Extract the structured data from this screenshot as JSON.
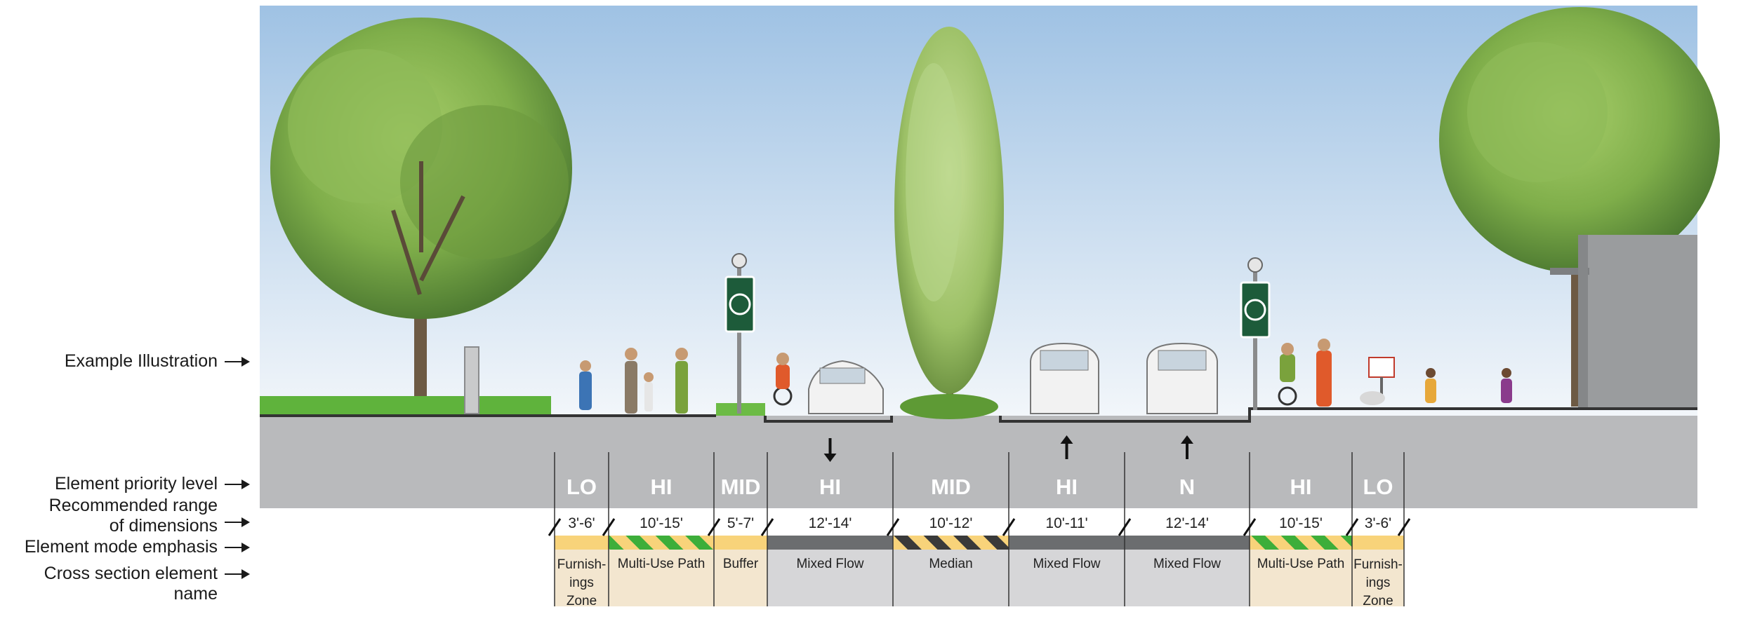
{
  "row_labels": {
    "example": "Example Illustration",
    "priority": "Element priority level",
    "range_line1": "Recommended range",
    "range_line2": "of dimensions",
    "mode": "Element mode emphasis",
    "name_line1": "Cross section element",
    "name_line2": "name"
  },
  "elements": [
    {
      "priority": "LO",
      "range": "3'-6'",
      "name": [
        "Furnish-",
        "ings",
        "Zone"
      ],
      "mode": "yellow",
      "name_fill": "#f3e6cf"
    },
    {
      "priority": "HI",
      "range": "10'-15'",
      "name": [
        "Multi-Use Path"
      ],
      "mode": "green-stripe",
      "name_fill": "#f3e6cf"
    },
    {
      "priority": "MID",
      "range": "5'-7'",
      "name": [
        "Buffer"
      ],
      "mode": "yellow",
      "name_fill": "#f3e6cf"
    },
    {
      "priority": "HI",
      "range": "12'-14'",
      "name": [
        "Mixed Flow"
      ],
      "mode": "gray",
      "name_fill": "#d6d6d8",
      "arrow": "down"
    },
    {
      "priority": "MID",
      "range": "10'-12'",
      "name": [
        "Median"
      ],
      "mode": "black-stripe",
      "name_fill": "#d6d6d8"
    },
    {
      "priority": "HI",
      "range": "10'-11'",
      "name": [
        "Mixed Flow"
      ],
      "mode": "gray",
      "name_fill": "#d6d6d8",
      "arrow": "up"
    },
    {
      "priority": "N",
      "range": "12'-14'",
      "name": [
        "Mixed Flow"
      ],
      "mode": "gray",
      "name_fill": "#d6d6d8",
      "arrow": "up"
    },
    {
      "priority": "HI",
      "range": "10'-15'",
      "name": [
        "Multi-Use Path"
      ],
      "mode": "green-stripe",
      "name_fill": "#f3e6cf"
    },
    {
      "priority": "LO",
      "range": "3'-6'",
      "name": [
        "Furnish-",
        "ings",
        "Zone"
      ],
      "mode": "yellow",
      "name_fill": "#f3e6cf"
    }
  ],
  "colors": {
    "sky_top": "#9cc0e3",
    "sky_bottom": "#eef4f9",
    "road_gray": "#b9babc",
    "mode_yellow": "#f8d37a",
    "mode_gray": "#6b6d6f",
    "stripe_green": "#3dae3a",
    "stripe_black": "#3a3a3a",
    "sign_green": "#1d5b3a"
  }
}
